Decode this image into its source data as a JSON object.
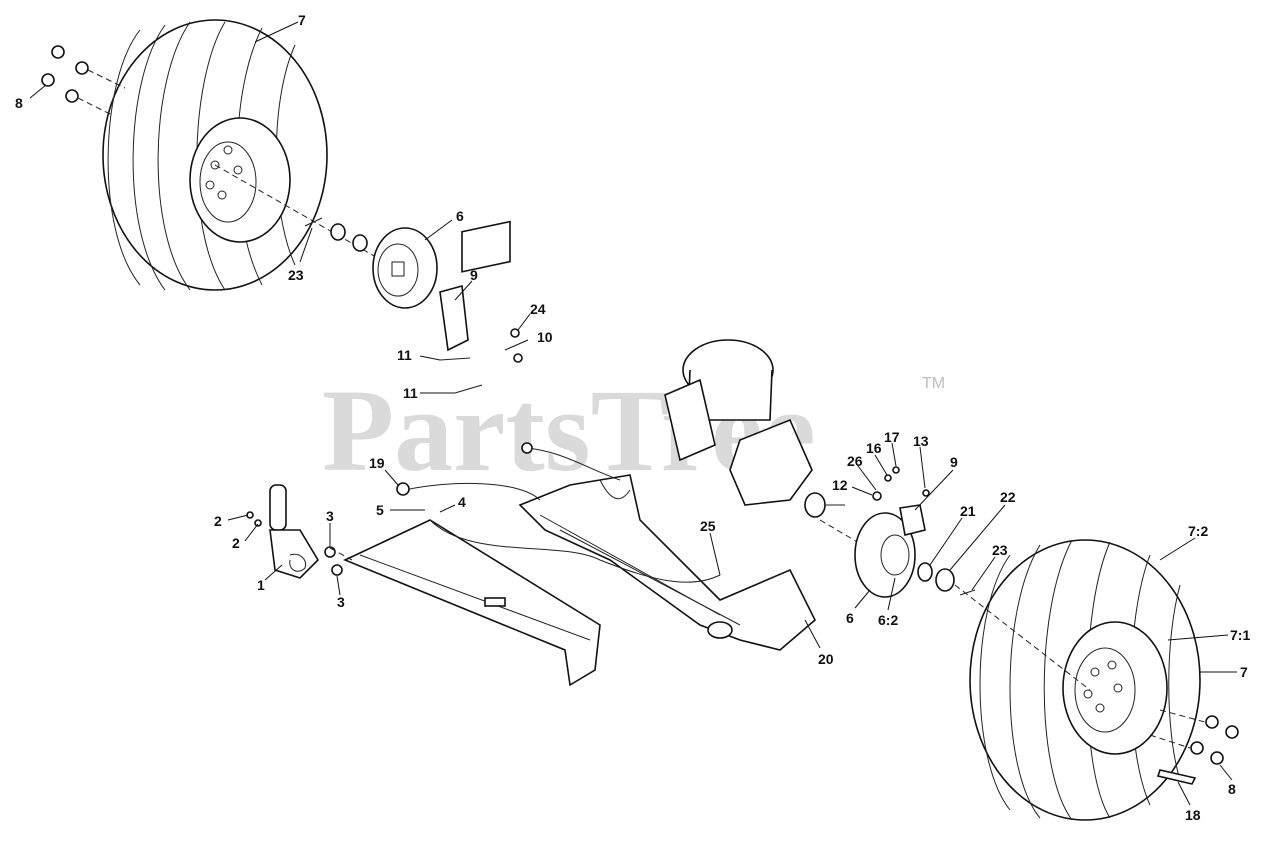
{
  "watermark": {
    "brand": "PartsTree",
    "trademark": "TM"
  },
  "callouts": {
    "c7_top": "7",
    "c8_top": "8",
    "c6_top": "6",
    "c23_top": "23",
    "c9_top": "9",
    "c24": "24",
    "c10": "10",
    "c11_a": "11",
    "c11_b": "11",
    "c19": "19",
    "c5": "5",
    "c4": "4",
    "c2_a": "2",
    "c2_b": "2",
    "c3_a": "3",
    "c3_b": "3",
    "c1": "1",
    "c25": "25",
    "c20": "20",
    "c26": "26",
    "c16": "16",
    "c17": "17",
    "c13": "13",
    "c9_right": "9",
    "c12": "12",
    "c21": "21",
    "c22": "22",
    "c23_right": "23",
    "c6_right": "6",
    "c6_2": "6:2",
    "c7_2": "7:2",
    "c7_1": "7:1",
    "c7_right": "7",
    "c8_right": "8",
    "c18": "18"
  }
}
